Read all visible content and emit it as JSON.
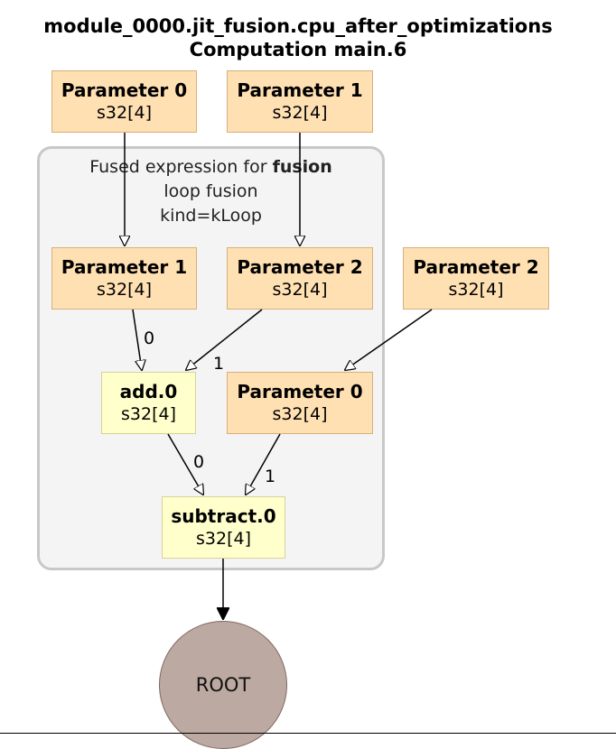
{
  "title": {
    "line1": "module_0000.jit_fusion.cpu_after_optimizations",
    "line2": "Computation main.6"
  },
  "cluster": {
    "label_prefix": "Fused expression for",
    "label_bold": "fusion",
    "line2": "loop fusion",
    "line3": "kind=kLoop"
  },
  "nodes": {
    "outer_param0": {
      "name": "Parameter 0",
      "type": "s32[4]"
    },
    "outer_param1": {
      "name": "Parameter 1",
      "type": "s32[4]"
    },
    "outer_param2": {
      "name": "Parameter 2",
      "type": "s32[4]"
    },
    "inner_param1": {
      "name": "Parameter 1",
      "type": "s32[4]"
    },
    "inner_param2": {
      "name": "Parameter 2",
      "type": "s32[4]"
    },
    "inner_param0": {
      "name": "Parameter 0",
      "type": "s32[4]"
    },
    "add0": {
      "name": "add.0",
      "type": "s32[4]"
    },
    "subtract0": {
      "name": "subtract.0",
      "type": "s32[4]"
    },
    "root": {
      "name": "ROOT"
    }
  },
  "edges": {
    "add_in0": "0",
    "add_in1": "1",
    "sub_in0": "0",
    "sub_in1": "1"
  },
  "colors": {
    "parameter_fill": "#ffe0b2",
    "op_fill": "#ffffcc",
    "root_fill": "#bca9a1",
    "cluster_fill": "#f4f4f4"
  }
}
